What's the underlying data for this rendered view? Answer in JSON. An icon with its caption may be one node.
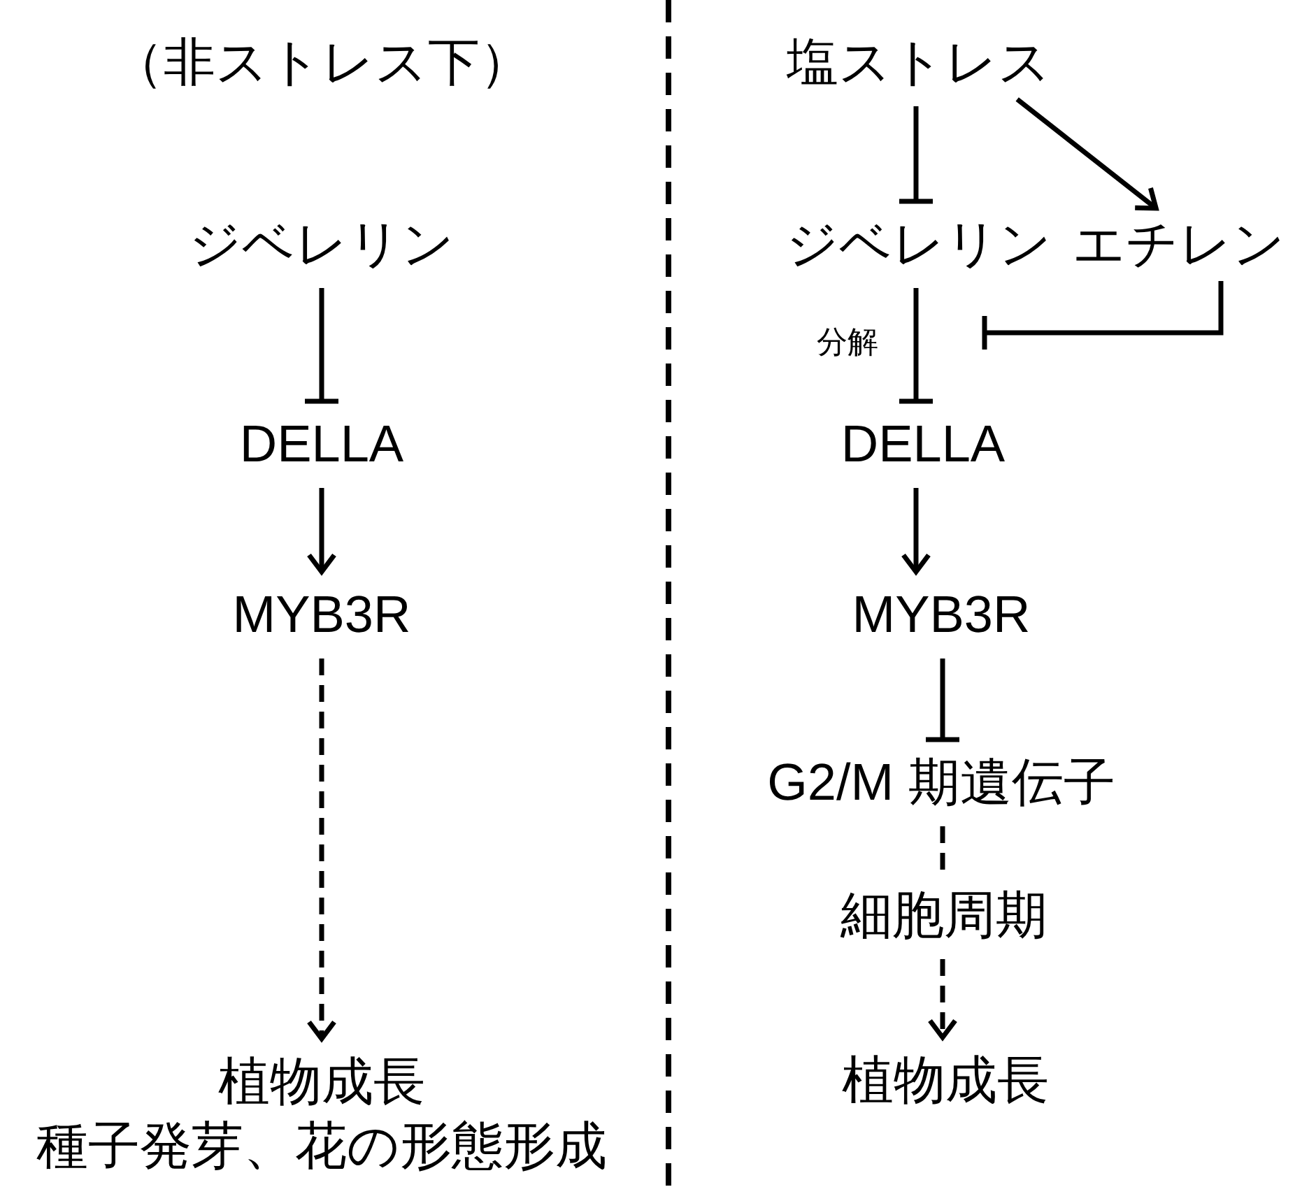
{
  "diagram": {
    "nodes": [
      {
        "text": [
          "ジベレリン"
        ]
      },
      {
        "text": [
          "DELLA"
        ]
      },
      {
        "text": [
          "MYB3R"
        ]
      },
      {
        "text": [
          "植物成長",
          "種子発芽、花の形態形成"
        ]
      },
      {
        "text": [
          "塩ストレス"
        ]
      },
      {
        "text": [
          "ジベレリン"
        ]
      },
      {
        "text": [
          "エチレン"
        ]
      },
      {
        "text": [
          "DELLA"
        ]
      },
      {
        "text": [
          "MYB3R"
        ]
      },
      {
        "text": [
          "G2/M 期遺伝子"
        ]
      },
      {
        "text": [
          "細胞周期"
        ]
      },
      {
        "text": [
          "植物成長"
        ]
      }
    ],
    "edges": [
      {
        "from": 0,
        "to": 1,
        "arrow": "other"
      },
      {
        "from": 1,
        "to": 2,
        "arrow": "to"
      },
      {
        "from": 2,
        "to": 3,
        "arrow": "to",
        "style": "dashed"
      },
      {
        "from": 4,
        "to": 5,
        "arrow": "other"
      },
      {
        "from": 4,
        "to": 6,
        "arrow": "to"
      },
      {
        "from": 5,
        "to": 7,
        "arrow": "other",
        "label": "分解"
      },
      {
        "from": 6,
        "to": null,
        "arrow": "other"
      },
      {
        "from": 7,
        "to": 8,
        "arrow": "to"
      },
      {
        "from": 8,
        "to": 9,
        "arrow": "other"
      },
      {
        "from": 9,
        "to": 10,
        "arrow": "none",
        "style": "dashed"
      },
      {
        "from": 10,
        "to": 11,
        "arrow": "to",
        "style": "dashed"
      }
    ],
    "labels": [
      "（非ストレス下）"
    ]
  }
}
